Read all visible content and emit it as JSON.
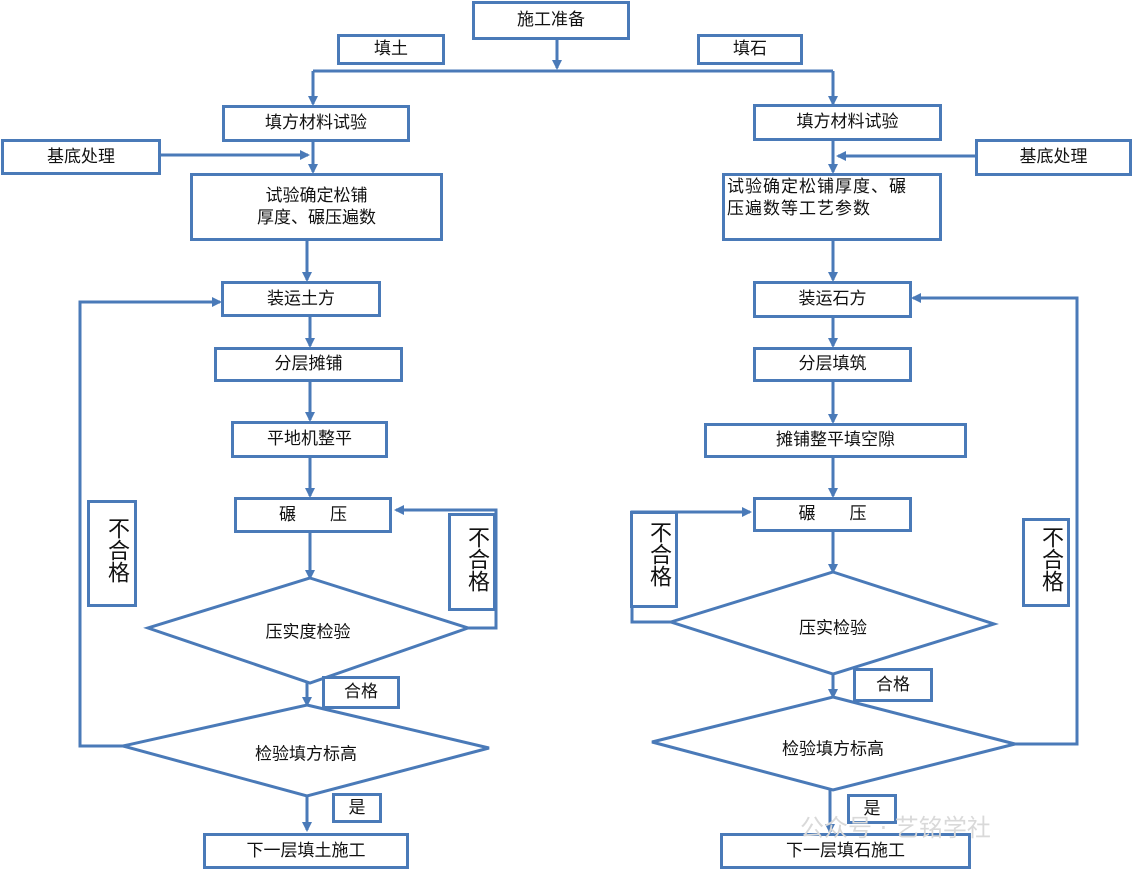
{
  "nodes": {
    "start": "施工准备",
    "branch_left": "填土",
    "branch_right": "填石",
    "l_material_test": "填方材料试验",
    "l_base": "基底处理",
    "l_trial_line1": "试验确定松铺",
    "l_trial_line2": "厚度、碾压遍数",
    "l_load": "装运土方",
    "l_spread": "分层摊铺",
    "l_level": "平地机整平",
    "l_roll": "碾　　压",
    "l_compact_check": "压实度检验",
    "l_pass": "合格",
    "l_elev_check": "检验填方标高",
    "l_yes": "是",
    "l_next": "下一层填土施工",
    "l_fail_outer": "不合格",
    "l_fail_inner": "不合格",
    "r_material_test": "填方材料试验",
    "r_base": "基底处理",
    "r_trial_line1": "试验确定松铺厚度、碾",
    "r_trial_line2": "压遍数等工艺参数",
    "r_load": "装运石方",
    "r_fill": "分层填筑",
    "r_spread": "摊铺整平填空隙",
    "r_roll": "碾　　压",
    "r_compact_check": "压实检验",
    "r_pass": "合格",
    "r_elev_check": "检验填方标高",
    "r_yes": "是",
    "r_next": "下一层填石施工",
    "r_fail_inner": "不合格",
    "r_fail_outer": "不合格"
  },
  "watermark": "公众号 · 艺铭学社",
  "colors": {
    "line": "#4a7ab8",
    "text": "#111111"
  }
}
